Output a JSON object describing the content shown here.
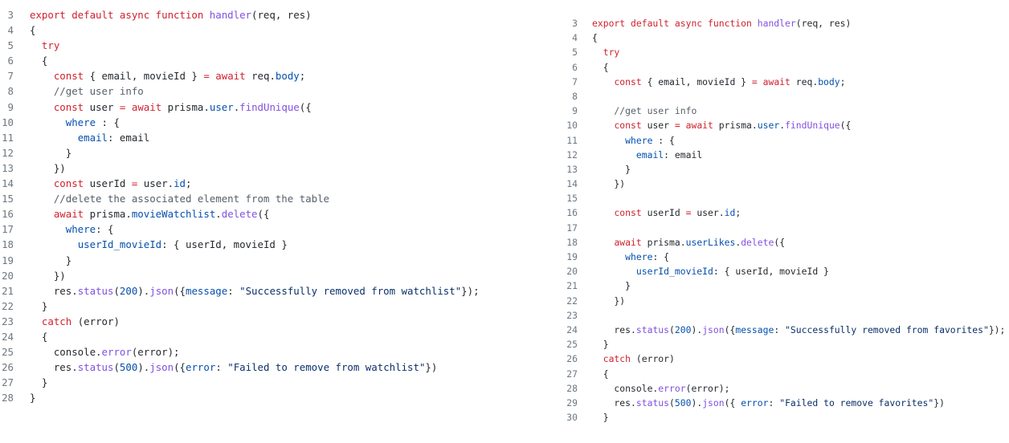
{
  "left": {
    "lines": [
      {
        "n": "3",
        "t": [
          [
            "kw",
            "export default async function "
          ],
          [
            "fn",
            "handler"
          ],
          [
            "plain",
            "(req, res)"
          ]
        ]
      },
      {
        "n": "4",
        "t": [
          [
            "plain",
            "{"
          ]
        ]
      },
      {
        "n": "5",
        "t": [
          [
            "plain",
            "  "
          ],
          [
            "kw",
            "try"
          ]
        ]
      },
      {
        "n": "6",
        "t": [
          [
            "plain",
            "  {"
          ]
        ]
      },
      {
        "n": "7",
        "t": [
          [
            "plain",
            "    "
          ],
          [
            "kw",
            "const"
          ],
          [
            "plain",
            " { email, movieId } "
          ],
          [
            "kw",
            "="
          ],
          [
            "plain",
            " "
          ],
          [
            "kw",
            "await"
          ],
          [
            "plain",
            " req."
          ],
          [
            "prop",
            "body"
          ],
          [
            "plain",
            ";"
          ]
        ]
      },
      {
        "n": "8",
        "t": [
          [
            "cmt",
            "    //get user info"
          ]
        ]
      },
      {
        "n": "9",
        "t": [
          [
            "plain",
            "    "
          ],
          [
            "kw",
            "const"
          ],
          [
            "plain",
            " user "
          ],
          [
            "kw",
            "="
          ],
          [
            "plain",
            " "
          ],
          [
            "kw",
            "await"
          ],
          [
            "plain",
            " prisma."
          ],
          [
            "prop",
            "user"
          ],
          [
            "plain",
            "."
          ],
          [
            "fn",
            "findUnique"
          ],
          [
            "plain",
            "({"
          ]
        ]
      },
      {
        "n": "10",
        "t": [
          [
            "plain",
            "      "
          ],
          [
            "prop",
            "where"
          ],
          [
            "plain",
            " : {"
          ]
        ]
      },
      {
        "n": "11",
        "t": [
          [
            "plain",
            "        "
          ],
          [
            "prop",
            "email"
          ],
          [
            "plain",
            ": email"
          ]
        ]
      },
      {
        "n": "12",
        "t": [
          [
            "plain",
            "      }"
          ]
        ]
      },
      {
        "n": "13",
        "t": [
          [
            "plain",
            "    })"
          ]
        ]
      },
      {
        "n": "14",
        "t": [
          [
            "plain",
            "    "
          ],
          [
            "kw",
            "const"
          ],
          [
            "plain",
            " userId "
          ],
          [
            "kw",
            "="
          ],
          [
            "plain",
            " user."
          ],
          [
            "prop",
            "id"
          ],
          [
            "plain",
            ";"
          ]
        ]
      },
      {
        "n": "15",
        "t": [
          [
            "cmt",
            "    //delete the associated element from the table"
          ]
        ]
      },
      {
        "n": "16",
        "t": [
          [
            "plain",
            "    "
          ],
          [
            "kw",
            "await"
          ],
          [
            "plain",
            " prisma."
          ],
          [
            "prop",
            "movieWatchlist"
          ],
          [
            "plain",
            "."
          ],
          [
            "fn",
            "delete"
          ],
          [
            "plain",
            "({"
          ]
        ]
      },
      {
        "n": "17",
        "t": [
          [
            "plain",
            "      "
          ],
          [
            "prop",
            "where"
          ],
          [
            "plain",
            ": {"
          ]
        ]
      },
      {
        "n": "18",
        "t": [
          [
            "plain",
            "        "
          ],
          [
            "prop",
            "userId_movieId"
          ],
          [
            "plain",
            ": { userId, movieId }"
          ]
        ]
      },
      {
        "n": "19",
        "t": [
          [
            "plain",
            "      }"
          ]
        ]
      },
      {
        "n": "20",
        "t": [
          [
            "plain",
            "    })"
          ]
        ]
      },
      {
        "n": "21",
        "t": [
          [
            "plain",
            "    res."
          ],
          [
            "fn",
            "status"
          ],
          [
            "plain",
            "("
          ],
          [
            "prop",
            "200"
          ],
          [
            "plain",
            ")."
          ],
          [
            "fn",
            "json"
          ],
          [
            "plain",
            "({"
          ],
          [
            "prop",
            "message"
          ],
          [
            "plain",
            ": "
          ],
          [
            "str",
            "\"Successfully removed from watchlist\""
          ],
          [
            "plain",
            "});"
          ]
        ]
      },
      {
        "n": "22",
        "t": [
          [
            "plain",
            "  }"
          ]
        ]
      },
      {
        "n": "23",
        "t": [
          [
            "plain",
            "  "
          ],
          [
            "kw",
            "catch"
          ],
          [
            "plain",
            " (error)"
          ]
        ]
      },
      {
        "n": "24",
        "t": [
          [
            "plain",
            "  {"
          ]
        ]
      },
      {
        "n": "25",
        "t": [
          [
            "plain",
            "    console."
          ],
          [
            "fn",
            "error"
          ],
          [
            "plain",
            "(error);"
          ]
        ]
      },
      {
        "n": "26",
        "t": [
          [
            "plain",
            "    res."
          ],
          [
            "fn",
            "status"
          ],
          [
            "plain",
            "("
          ],
          [
            "prop",
            "500"
          ],
          [
            "plain",
            ")."
          ],
          [
            "fn",
            "json"
          ],
          [
            "plain",
            "({"
          ],
          [
            "prop",
            "error"
          ],
          [
            "plain",
            ": "
          ],
          [
            "str",
            "\"Failed to remove from watchlist\""
          ],
          [
            "plain",
            "})"
          ]
        ]
      },
      {
        "n": "27",
        "t": [
          [
            "plain",
            "  }"
          ]
        ]
      },
      {
        "n": "28",
        "t": [
          [
            "plain",
            "}"
          ]
        ]
      }
    ]
  },
  "right": {
    "lines": [
      {
        "n": "3",
        "t": [
          [
            "kw",
            "export default async function "
          ],
          [
            "fn",
            "handler"
          ],
          [
            "plain",
            "(req, res)"
          ]
        ]
      },
      {
        "n": "4",
        "t": [
          [
            "plain",
            "{"
          ]
        ]
      },
      {
        "n": "5",
        "t": [
          [
            "plain",
            "  "
          ],
          [
            "kw",
            "try"
          ]
        ]
      },
      {
        "n": "6",
        "t": [
          [
            "plain",
            "  {"
          ]
        ]
      },
      {
        "n": "7",
        "t": [
          [
            "plain",
            "    "
          ],
          [
            "kw",
            "const"
          ],
          [
            "plain",
            " { email, movieId } "
          ],
          [
            "kw",
            "="
          ],
          [
            "plain",
            " "
          ],
          [
            "kw",
            "await"
          ],
          [
            "plain",
            " req."
          ],
          [
            "prop",
            "body"
          ],
          [
            "plain",
            ";"
          ]
        ]
      },
      {
        "n": "8",
        "t": [
          [
            "plain",
            ""
          ]
        ]
      },
      {
        "n": "9",
        "t": [
          [
            "cmt",
            "    //get user info"
          ]
        ]
      },
      {
        "n": "10",
        "t": [
          [
            "plain",
            "    "
          ],
          [
            "kw",
            "const"
          ],
          [
            "plain",
            " user "
          ],
          [
            "kw",
            "="
          ],
          [
            "plain",
            " "
          ],
          [
            "kw",
            "await"
          ],
          [
            "plain",
            " prisma."
          ],
          [
            "prop",
            "user"
          ],
          [
            "plain",
            "."
          ],
          [
            "fn",
            "findUnique"
          ],
          [
            "plain",
            "({"
          ]
        ]
      },
      {
        "n": "11",
        "t": [
          [
            "plain",
            "      "
          ],
          [
            "prop",
            "where"
          ],
          [
            "plain",
            " : {"
          ]
        ]
      },
      {
        "n": "12",
        "t": [
          [
            "plain",
            "        "
          ],
          [
            "prop",
            "email"
          ],
          [
            "plain",
            ": email"
          ]
        ]
      },
      {
        "n": "13",
        "t": [
          [
            "plain",
            "      }"
          ]
        ]
      },
      {
        "n": "14",
        "t": [
          [
            "plain",
            "    })"
          ]
        ]
      },
      {
        "n": "15",
        "t": [
          [
            "plain",
            ""
          ]
        ]
      },
      {
        "n": "16",
        "t": [
          [
            "plain",
            "    "
          ],
          [
            "kw",
            "const"
          ],
          [
            "plain",
            " userId "
          ],
          [
            "kw",
            "="
          ],
          [
            "plain",
            " user."
          ],
          [
            "prop",
            "id"
          ],
          [
            "plain",
            ";"
          ]
        ]
      },
      {
        "n": "17",
        "t": [
          [
            "plain",
            ""
          ]
        ]
      },
      {
        "n": "18",
        "t": [
          [
            "plain",
            "    "
          ],
          [
            "kw",
            "await"
          ],
          [
            "plain",
            " prisma."
          ],
          [
            "prop",
            "userLikes"
          ],
          [
            "plain",
            "."
          ],
          [
            "fn",
            "delete"
          ],
          [
            "plain",
            "({"
          ]
        ]
      },
      {
        "n": "19",
        "t": [
          [
            "plain",
            "      "
          ],
          [
            "prop",
            "where"
          ],
          [
            "plain",
            ": {"
          ]
        ]
      },
      {
        "n": "20",
        "t": [
          [
            "plain",
            "        "
          ],
          [
            "prop",
            "userId_movieId"
          ],
          [
            "plain",
            ": { userId, movieId }"
          ]
        ]
      },
      {
        "n": "21",
        "t": [
          [
            "plain",
            "      }"
          ]
        ]
      },
      {
        "n": "22",
        "t": [
          [
            "plain",
            "    })"
          ]
        ]
      },
      {
        "n": "23",
        "t": [
          [
            "plain",
            ""
          ]
        ]
      },
      {
        "n": "24",
        "t": [
          [
            "plain",
            "    res."
          ],
          [
            "fn",
            "status"
          ],
          [
            "plain",
            "("
          ],
          [
            "prop",
            "200"
          ],
          [
            "plain",
            ")."
          ],
          [
            "fn",
            "json"
          ],
          [
            "plain",
            "({"
          ],
          [
            "prop",
            "message"
          ],
          [
            "plain",
            ": "
          ],
          [
            "str",
            "\"Successfully removed from favorites\""
          ],
          [
            "plain",
            "});"
          ]
        ]
      },
      {
        "n": "25",
        "t": [
          [
            "plain",
            "  }"
          ]
        ]
      },
      {
        "n": "26",
        "t": [
          [
            "plain",
            "  "
          ],
          [
            "kw",
            "catch"
          ],
          [
            "plain",
            " (error)"
          ]
        ]
      },
      {
        "n": "27",
        "t": [
          [
            "plain",
            "  {"
          ]
        ]
      },
      {
        "n": "28",
        "t": [
          [
            "plain",
            "    console."
          ],
          [
            "fn",
            "error"
          ],
          [
            "plain",
            "(error);"
          ]
        ]
      },
      {
        "n": "29",
        "t": [
          [
            "plain",
            "    res."
          ],
          [
            "fn",
            "status"
          ],
          [
            "plain",
            "("
          ],
          [
            "prop",
            "500"
          ],
          [
            "plain",
            ")."
          ],
          [
            "fn",
            "json"
          ],
          [
            "plain",
            "({ "
          ],
          [
            "prop",
            "error"
          ],
          [
            "plain",
            ": "
          ],
          [
            "str",
            "\"Failed to remove favorites\""
          ],
          [
            "plain",
            "})"
          ]
        ]
      },
      {
        "n": "30",
        "t": [
          [
            "plain",
            "  }"
          ]
        ]
      }
    ]
  }
}
